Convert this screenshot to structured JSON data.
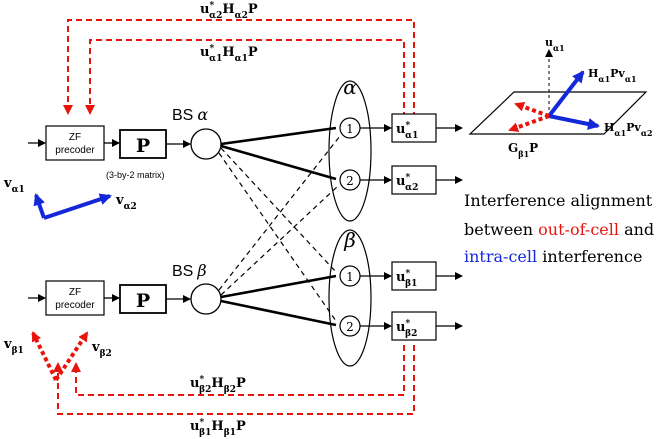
{
  "feedback": {
    "alpha2": {
      "u": "u",
      "usub": "α2",
      "usup": "*",
      "H": "H",
      "Hsub": "α2",
      "P": "P"
    },
    "alpha1": {
      "u": "u",
      "usub": "α1",
      "usup": "*",
      "H": "H",
      "Hsub": "α1",
      "P": "P"
    },
    "beta2": {
      "u": "u",
      "usub": "β2",
      "usup": "*",
      "H": "H",
      "Hsub": "β2",
      "P": "P"
    },
    "beta1": {
      "u": "u",
      "usub": "β1",
      "usup": "*",
      "H": "H",
      "Hsub": "β1",
      "P": "P"
    }
  },
  "zf_alpha": {
    "line1": "ZF",
    "line2": "precoder"
  },
  "zf_beta": {
    "line1": "ZF",
    "line2": "precoder"
  },
  "p_alpha": "P",
  "p_beta": "P",
  "matrix_note": "(3-by-2 matrix)",
  "bs_alpha": {
    "label": "BS",
    "greek": "α"
  },
  "bs_beta": {
    "label": "BS",
    "greek": "β"
  },
  "cluster_alpha": "α",
  "cluster_beta": "β",
  "nodes": [
    "1",
    "2",
    "1",
    "2"
  ],
  "receivers": [
    {
      "u": "u",
      "sub": "α1",
      "sup": "*"
    },
    {
      "u": "u",
      "sub": "α2",
      "sup": "*"
    },
    {
      "u": "u",
      "sub": "β1",
      "sup": "*"
    },
    {
      "u": "u",
      "sub": "β2",
      "sup": "*"
    }
  ],
  "vectors": {
    "v_alpha1": {
      "v": "v",
      "sub": "α1"
    },
    "v_alpha2": {
      "v": "v",
      "sub": "α2"
    },
    "v_beta1": {
      "v": "v",
      "sub": "β1"
    },
    "v_beta2": {
      "v": "v",
      "sub": "β2"
    }
  },
  "plane": {
    "axis": {
      "u": "u",
      "sub": "α1"
    },
    "hpv1": {
      "H": "H",
      "Hsub": "α1",
      "P": "P",
      "v": "v",
      "vsub": "α1"
    },
    "hpv2": {
      "H": "H",
      "Hsub": "α1",
      "P": "P",
      "v": "v",
      "vsub": "α2"
    },
    "gp": {
      "G": "G",
      "Gsub": "β1",
      "P": "P"
    }
  },
  "caption": {
    "line1": "Interference alignment",
    "line2a": "between ",
    "line2b": "out-of-cell",
    "line2c": " and",
    "line3a": "intra-cell",
    "line3b": " interference"
  },
  "colors": {
    "red": "#e8140c",
    "blue": "#1428d8",
    "black": "#000000"
  }
}
